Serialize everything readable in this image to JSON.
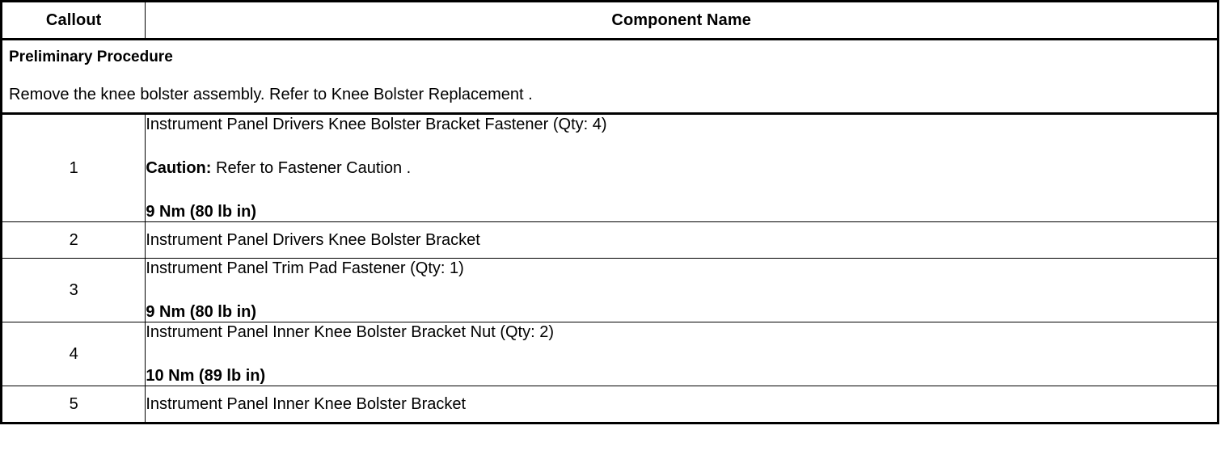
{
  "table": {
    "headers": {
      "callout": "Callout",
      "component_name": "Component Name"
    },
    "preliminary": {
      "title": "Preliminary Procedure",
      "text": "Remove the knee bolster assembly. Refer to Knee Bolster Replacement ."
    },
    "rows": [
      {
        "callout": "1",
        "lines": [
          {
            "text": "Instrument Panel Drivers Knee Bolster Bracket Fastener (Qty: 4)",
            "bold": false
          },
          {
            "lead": "Caution:",
            "text": " Refer to Fastener Caution .",
            "bold": false,
            "has_lead": true
          },
          {
            "text": "9 Nm (80 lb in)",
            "bold": true
          }
        ]
      },
      {
        "callout": "2",
        "lines": [
          {
            "text": "Instrument Panel Drivers Knee Bolster Bracket",
            "bold": false
          }
        ]
      },
      {
        "callout": "3",
        "lines": [
          {
            "text": "Instrument Panel Trim Pad Fastener (Qty: 1)",
            "bold": false
          },
          {
            "text": "9 Nm (80 lb in)",
            "bold": true
          }
        ]
      },
      {
        "callout": "4",
        "lines": [
          {
            "text": "Instrument Panel Inner Knee Bolster Bracket Nut (Qty: 2)",
            "bold": false
          },
          {
            "text": "10 Nm (89 lb in)",
            "bold": true
          }
        ]
      },
      {
        "callout": "5",
        "lines": [
          {
            "text": "Instrument Panel Inner Knee Bolster Bracket",
            "bold": false
          }
        ]
      }
    ]
  },
  "colors": {
    "border": "#000000",
    "text": "#000000",
    "background": "#ffffff"
  }
}
